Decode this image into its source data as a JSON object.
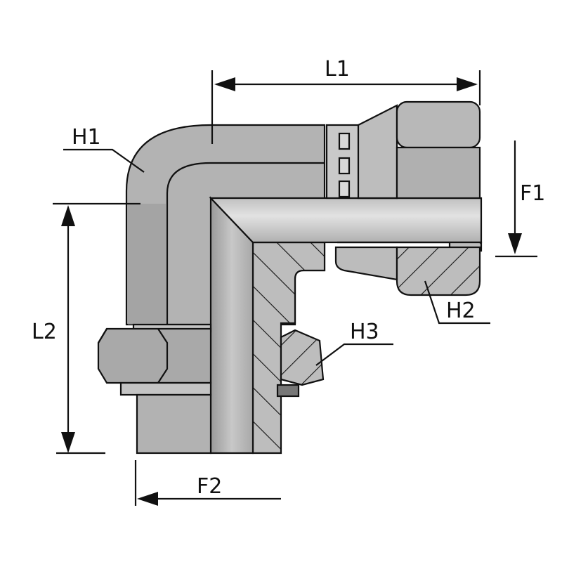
{
  "labels": {
    "l1": "L1",
    "l2": "L2",
    "f1": "F1",
    "f2": "F2",
    "h1": "H1",
    "h2": "H2",
    "h3": "H3"
  },
  "colors": {
    "body": "#b3b3b3",
    "dark": "#8c8c8c",
    "light": "#d6d6d6",
    "line": "#111111"
  }
}
